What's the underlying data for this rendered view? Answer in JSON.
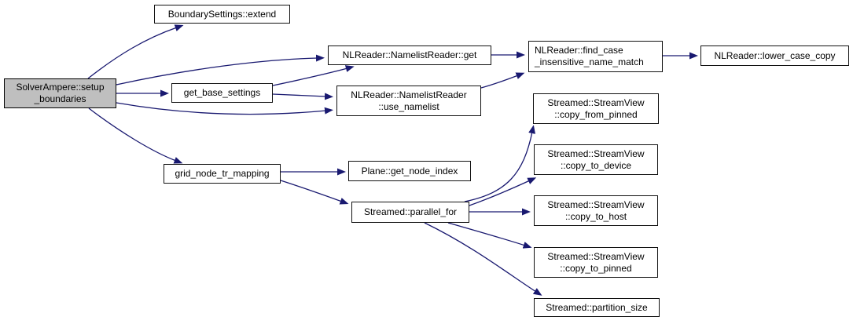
{
  "diagram": {
    "type": "call-graph",
    "colors": {
      "background": "#ffffff",
      "edge": "#191970",
      "node_border": "#111111",
      "node_fill": "#ffffff",
      "highlight_fill": "#bfbfbf",
      "text": "#000000"
    },
    "nodes": {
      "setup_boundaries": {
        "lines": [
          "SolverAmpere::setup",
          "_boundaries"
        ],
        "highlighted": true
      },
      "extend": {
        "lines": [
          "BoundarySettings::extend"
        ]
      },
      "namelist_get": {
        "lines": [
          "NLReader::NamelistReader::get"
        ]
      },
      "get_base_settings": {
        "lines": [
          "get_base_settings"
        ]
      },
      "use_namelist": {
        "lines": [
          "NLReader::NamelistReader",
          "::use_namelist"
        ]
      },
      "find_case_insensitive_name_match": {
        "lines": [
          "NLReader::find_case",
          "_insensitive_name_match"
        ]
      },
      "lower_case_copy": {
        "lines": [
          "NLReader::lower_case_copy"
        ]
      },
      "copy_from_pinned": {
        "lines": [
          "Streamed::StreamView",
          "::copy_from_pinned"
        ]
      },
      "grid_node_tr_mapping": {
        "lines": [
          "grid_node_tr_mapping"
        ]
      },
      "get_node_index": {
        "lines": [
          "Plane::get_node_index"
        ]
      },
      "parallel_for": {
        "lines": [
          "Streamed::parallel_for"
        ]
      },
      "copy_to_device": {
        "lines": [
          "Streamed::StreamView",
          "::copy_to_device"
        ]
      },
      "copy_to_host": {
        "lines": [
          "Streamed::StreamView",
          "::copy_to_host"
        ]
      },
      "copy_to_pinned": {
        "lines": [
          "Streamed::StreamView",
          "::copy_to_pinned"
        ]
      },
      "partition_size": {
        "lines": [
          "Streamed::partition_size"
        ]
      }
    },
    "edges": [
      {
        "from": "setup_boundaries",
        "to": "extend"
      },
      {
        "from": "setup_boundaries",
        "to": "namelist_get"
      },
      {
        "from": "setup_boundaries",
        "to": "get_base_settings"
      },
      {
        "from": "setup_boundaries",
        "to": "use_namelist"
      },
      {
        "from": "setup_boundaries",
        "to": "grid_node_tr_mapping"
      },
      {
        "from": "get_base_settings",
        "to": "namelist_get"
      },
      {
        "from": "get_base_settings",
        "to": "use_namelist"
      },
      {
        "from": "namelist_get",
        "to": "find_case_insensitive_name_match"
      },
      {
        "from": "use_namelist",
        "to": "find_case_insensitive_name_match"
      },
      {
        "from": "find_case_insensitive_name_match",
        "to": "lower_case_copy"
      },
      {
        "from": "grid_node_tr_mapping",
        "to": "get_node_index"
      },
      {
        "from": "grid_node_tr_mapping",
        "to": "parallel_for"
      },
      {
        "from": "parallel_for",
        "to": "copy_from_pinned"
      },
      {
        "from": "parallel_for",
        "to": "copy_to_device"
      },
      {
        "from": "parallel_for",
        "to": "copy_to_host"
      },
      {
        "from": "parallel_for",
        "to": "copy_to_pinned"
      },
      {
        "from": "parallel_for",
        "to": "partition_size"
      }
    ]
  }
}
